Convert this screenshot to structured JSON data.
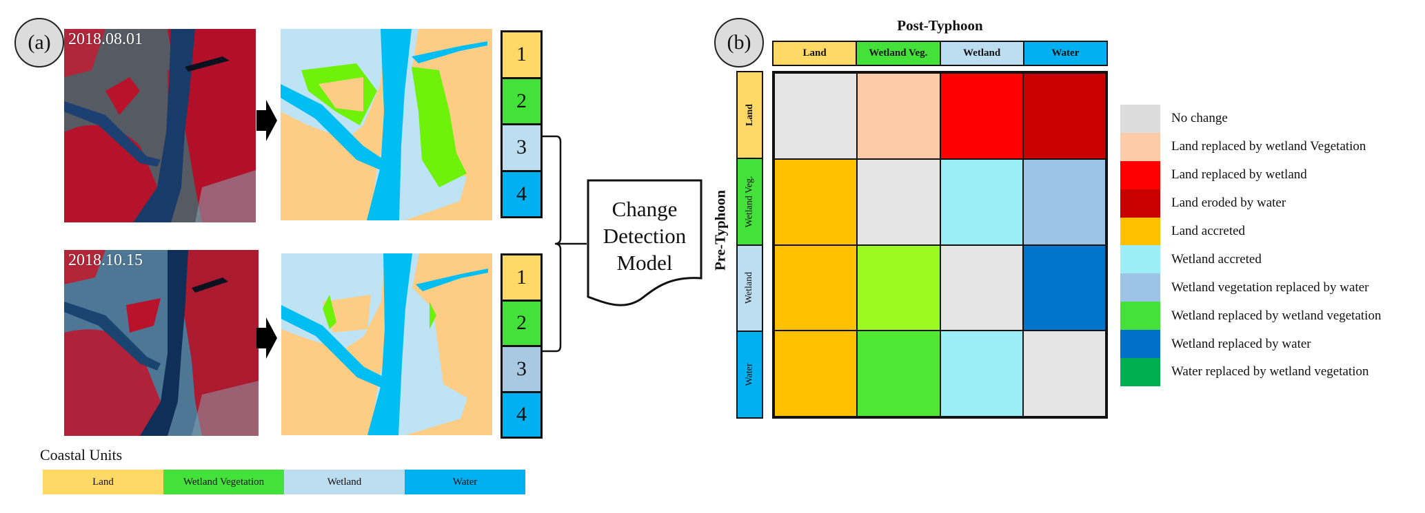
{
  "panel_a": {
    "label": "(a)",
    "rows": [
      {
        "date": "2018.08.01",
        "image": "satellite-false-color-image",
        "map": "coastal-unit-classification-map",
        "units": [
          "1",
          "2",
          "3",
          "4"
        ]
      },
      {
        "date": "2018.10.15",
        "image": "satellite-false-color-image",
        "map": "coastal-unit-classification-map",
        "units": [
          "1",
          "2",
          "3",
          "4"
        ]
      }
    ],
    "model_box": {
      "lines": [
        "Change",
        "Detection",
        "Model"
      ]
    },
    "coastal_units": {
      "title": "Coastal Units",
      "items": [
        {
          "label": "Land",
          "color": "#FFD966"
        },
        {
          "label": "Wetland Vegetation",
          "color": "#44E13A"
        },
        {
          "label": "Wetland",
          "color": "#BDDDF0"
        },
        {
          "label": "Water",
          "color": "#00B0F0"
        }
      ]
    },
    "unit_stack_colors": [
      "#FFD966",
      "#44E13A",
      "#BDDDF0",
      "#00B0F0"
    ],
    "unit_stack_colors_second": [
      "#FFD966",
      "#44E13A",
      "#A9C8E2",
      "#00B0F0"
    ],
    "map_colors": {
      "land": "#FDCD85",
      "wetland_vegetation": "#6EF20A",
      "wetland": "#BDE3F5",
      "water": "#00BEF2"
    }
  },
  "panel_b": {
    "label": "(b)",
    "column_title": "Post-Typhoon",
    "row_title": "Pre-Typhoon",
    "columns": [
      {
        "label": "Land",
        "color": "#FFD966"
      },
      {
        "label": "Wetland Veg.",
        "color": "#44E13A"
      },
      {
        "label": "Wetland",
        "color": "#BDDDF0"
      },
      {
        "label": "Water",
        "color": "#00B0F0"
      }
    ],
    "rows": [
      {
        "label": "Land",
        "color": "#FFD966"
      },
      {
        "label": "Wetland Veg.",
        "color": "#44E13A"
      },
      {
        "label": "Wetland",
        "color": "#BDDDF0"
      },
      {
        "label": "Water",
        "color": "#00B0F0"
      }
    ],
    "matrix": [
      [
        "#E6E5E6",
        "#FDCBA8",
        "#FF0000",
        "#C80000"
      ],
      [
        "#FFC000",
        "#E6E5E6",
        "#9BEEF6",
        "#9DC3E6"
      ],
      [
        "#FFC000",
        "#9AFA22",
        "#E6E5E6",
        "#0075CB"
      ],
      [
        "#FFC000",
        "#4FE634",
        "#9BEEF6",
        "#E6E5E6"
      ]
    ],
    "matrix_meaning": [
      [
        "No change",
        "Land replaced by wetland Vegetation",
        "Land replaced by wetland",
        "Land eroded by water"
      ],
      [
        "Land accreted",
        "No change",
        "Wetland accreted",
        "Wetland vegetation replaced by water"
      ],
      [
        "Land accreted",
        "Wetland replaced by wetland vegetation",
        "No change",
        "Wetland replaced by water"
      ],
      [
        "Land accreted",
        "Water replaced by wetland vegetation",
        "Wetland accreted",
        "No change"
      ]
    ],
    "legend": [
      {
        "label": "No change",
        "color": "#DCDCDC"
      },
      {
        "label": "Land replaced by wetland Vegetation",
        "color": "#FDCBA8"
      },
      {
        "label": "Land replaced by wetland",
        "color": "#FF0000"
      },
      {
        "label": "Land eroded by water",
        "color": "#C80000"
      },
      {
        "label": "Land accreted",
        "color": "#FFC000"
      },
      {
        "label": "Wetland accreted",
        "color": "#9BEEF6"
      },
      {
        "label": "Wetland vegetation replaced by water",
        "color": "#9DC3E6"
      },
      {
        "label": "Wetland replaced by wetland vegetation",
        "color": "#44E13A"
      },
      {
        "label": "Wetland replaced by water",
        "color": "#0070C9"
      },
      {
        "label": "Water replaced by wetland vegetation",
        "color": "#00B050"
      }
    ]
  }
}
